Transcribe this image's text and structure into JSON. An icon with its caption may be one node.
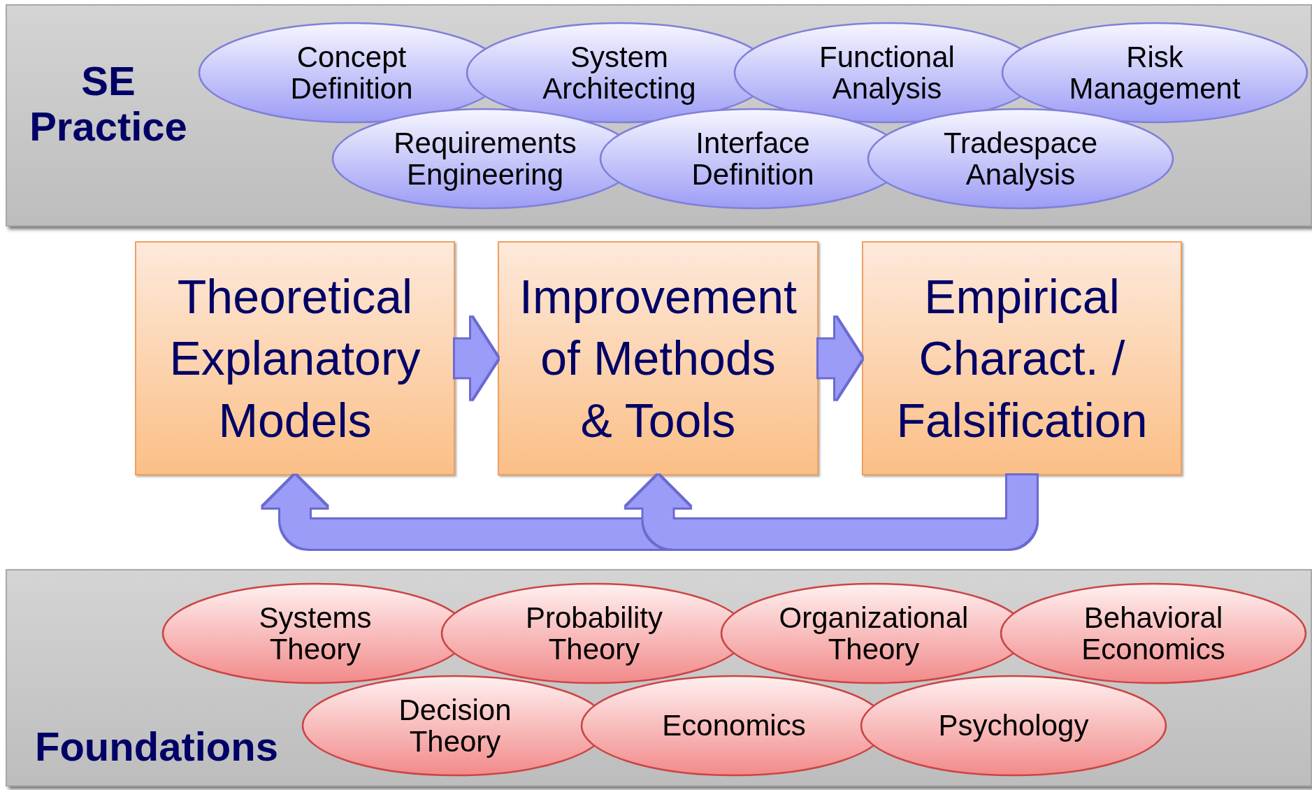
{
  "diagram": {
    "nodes": [
      {
        "text": [
          "SE Practice"
        ]
      },
      {
        "text": [
          "Concept Definition"
        ],
        "in": 0
      },
      {
        "text": [
          "System Architecting"
        ],
        "in": 0
      },
      {
        "text": [
          "Functional Analysis"
        ],
        "in": 0
      },
      {
        "text": [
          "Risk Management"
        ],
        "in": 0
      },
      {
        "text": [
          "Requirements Engineering"
        ],
        "in": 0
      },
      {
        "text": [
          "Interface Definition"
        ],
        "in": 0
      },
      {
        "text": [
          "Tradespace Analysis"
        ],
        "in": 0
      },
      {
        "text": [
          "Theoretical Explanatory Models"
        ]
      },
      {
        "text": [
          "Improvement of Methods & Tools"
        ]
      },
      {
        "text": [
          "Empirical Charact. / Falsification"
        ]
      },
      {
        "text": [
          "Foundations"
        ]
      },
      {
        "text": [
          "Systems Theory"
        ],
        "in": 11
      },
      {
        "text": [
          "Probability Theory"
        ],
        "in": 11
      },
      {
        "text": [
          "Organizational Theory"
        ],
        "in": 11
      },
      {
        "text": [
          "Behavioral Economics"
        ],
        "in": 11
      },
      {
        "text": [
          "Decision Theory"
        ],
        "in": 11
      },
      {
        "text": [
          "Economics"
        ],
        "in": 11
      },
      {
        "text": [
          "Psychology"
        ],
        "in": 11
      }
    ],
    "edges": [
      {
        "from": 8,
        "to": 9,
        "arrow": "to"
      },
      {
        "from": 9,
        "to": 10,
        "arrow": "to"
      },
      {
        "from": 10,
        "to": 8,
        "arrow": "to"
      },
      {
        "from": 10,
        "to": 9,
        "arrow": "to"
      }
    ]
  }
}
